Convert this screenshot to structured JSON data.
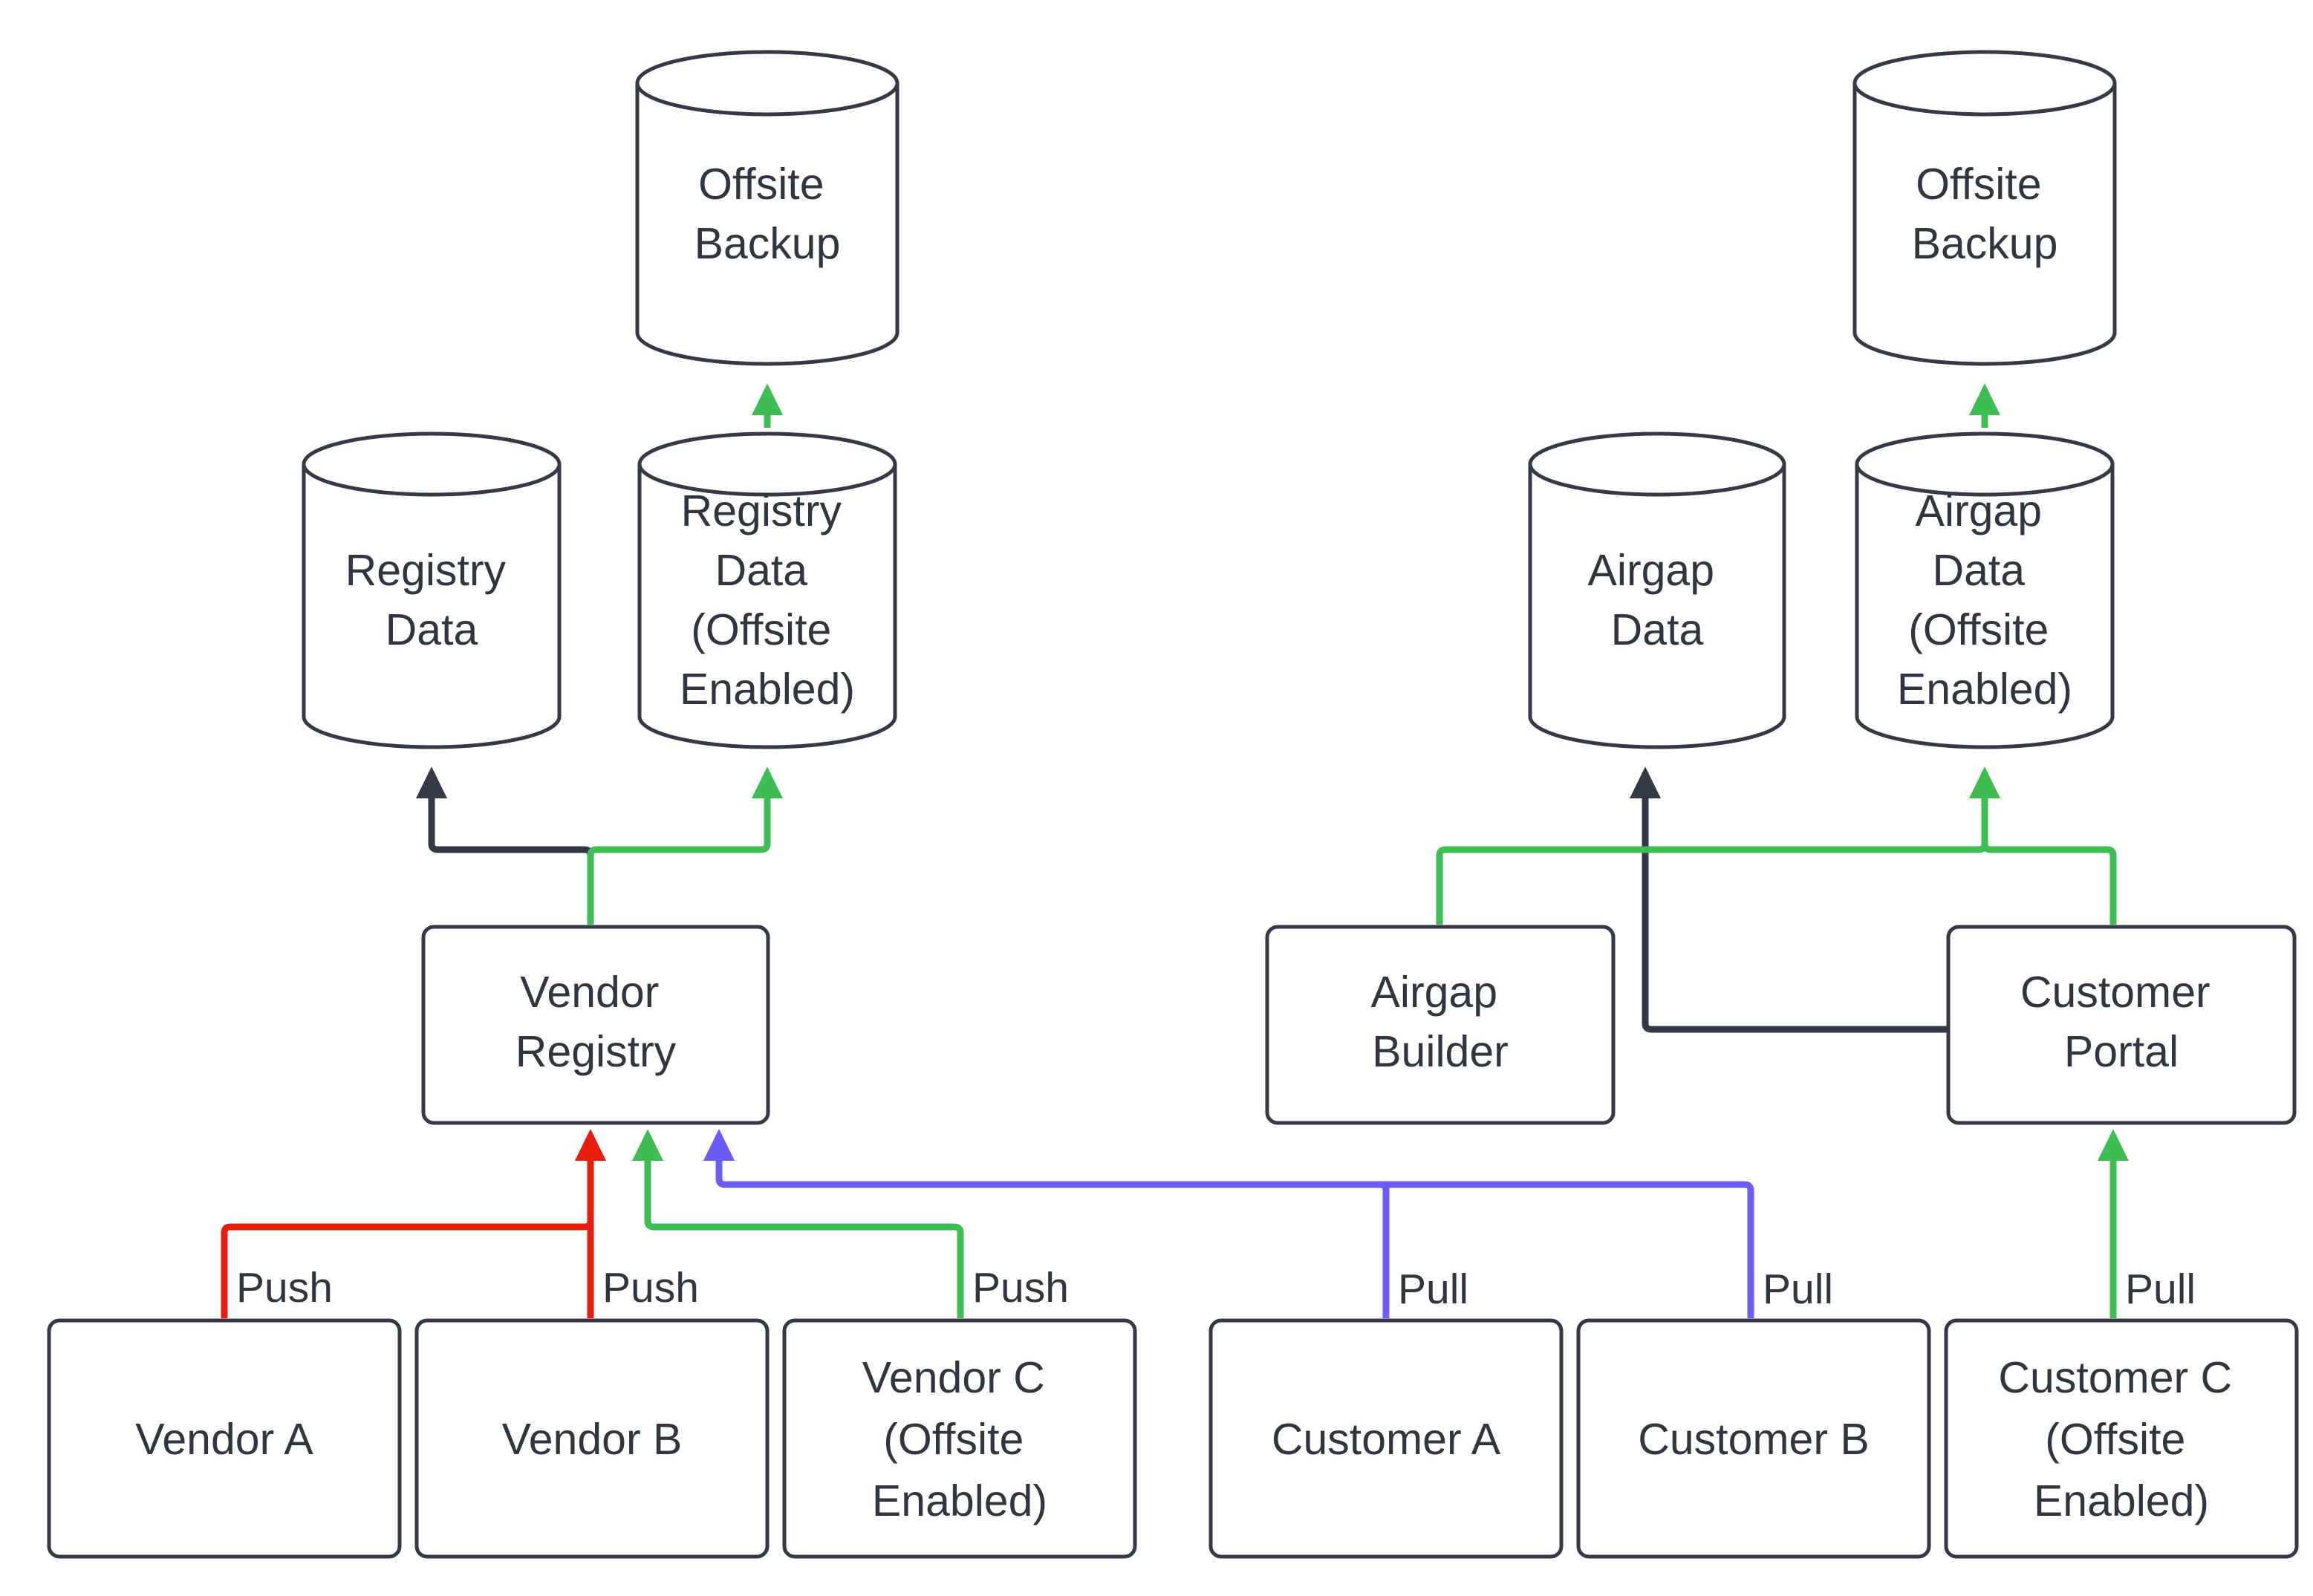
{
  "diagram": {
    "title": "Vendor and Customer Registry / Airgap Data Flow",
    "colors": {
      "node_stroke": "#333a45",
      "text": "#2f3640",
      "background": "#ffffff",
      "flow_default": "#333a45",
      "flow_offsite": "#3dbd52",
      "flow_push": "#e81d0e",
      "flow_pull": "#6b5cf6"
    },
    "nodes": {
      "offsite_backup_left": "Offsite\nBackup",
      "offsite_backup_right": "Offsite\nBackup",
      "registry_data": "Registry\nData",
      "registry_data_offsite": "Registry\nData\n(Offsite\nEnabled)",
      "airgap_data": "Airgap\nData",
      "airgap_data_offsite": "Airgap\nData\n(Offsite\nEnabled)",
      "vendor_registry": "Vendor\nRegistry",
      "airgap_builder": "Airgap\nBuilder",
      "customer_portal": "Customer\nPortal",
      "vendor_a": "Vendor A",
      "vendor_b": "Vendor B",
      "vendor_c": "Vendor C\n(Offsite\nEnabled)",
      "customer_a": "Customer A",
      "customer_b": "Customer B",
      "customer_c": "Customer C\n(Offsite\nEnabled)"
    },
    "node_lines": {
      "offsite_backup_left": [
        "Offsite",
        "Backup"
      ],
      "offsite_backup_right": [
        "Offsite",
        "Backup"
      ],
      "registry_data": [
        "Registry",
        "Data"
      ],
      "registry_data_offsite": [
        "Registry",
        "Data",
        "(Offsite",
        "Enabled)"
      ],
      "airgap_data": [
        "Airgap",
        "Data"
      ],
      "airgap_data_offsite": [
        "Airgap",
        "Data",
        "(Offsite",
        "Enabled)"
      ],
      "vendor_registry": [
        "Vendor",
        "Registry"
      ],
      "airgap_builder": [
        "Airgap",
        "Builder"
      ],
      "customer_portal": [
        "Customer",
        "Portal"
      ],
      "vendor_a": [
        "Vendor A"
      ],
      "vendor_b": [
        "Vendor B"
      ],
      "vendor_c": [
        "Vendor C",
        "(Offsite",
        "Enabled)"
      ],
      "customer_a": [
        "Customer A"
      ],
      "customer_b": [
        "Customer B"
      ],
      "customer_c": [
        "Customer C",
        "(Offsite",
        "Enabled)"
      ]
    },
    "edge_labels": {
      "vendor_a_push": "Push",
      "vendor_b_push": "Push",
      "vendor_c_push": "Push",
      "customer_a_pull": "Pull",
      "customer_b_pull": "Pull",
      "customer_c_pull": "Pull"
    },
    "edges": [
      {
        "from": "vendor_a",
        "to": "vendor_registry",
        "label": "Push",
        "color": "#e81d0e"
      },
      {
        "from": "vendor_b",
        "to": "vendor_registry",
        "label": "Push",
        "color": "#e81d0e"
      },
      {
        "from": "vendor_c",
        "to": "vendor_registry",
        "label": "Push",
        "color": "#3dbd52"
      },
      {
        "from": "customer_a",
        "to": "vendor_registry",
        "label": "Pull",
        "color": "#6b5cf6"
      },
      {
        "from": "customer_b",
        "to": "vendor_registry",
        "label": "Pull",
        "color": "#6b5cf6"
      },
      {
        "from": "customer_c",
        "to": "customer_portal",
        "label": "Pull",
        "color": "#3dbd52"
      },
      {
        "from": "vendor_registry",
        "to": "registry_data",
        "label": "",
        "color": "#333a45"
      },
      {
        "from": "vendor_registry",
        "to": "registry_data_offsite",
        "label": "",
        "color": "#3dbd52"
      },
      {
        "from": "registry_data_offsite",
        "to": "offsite_backup_left",
        "label": "",
        "color": "#3dbd52"
      },
      {
        "from": "customer_portal",
        "to": "airgap_data",
        "label": "",
        "color": "#333a45"
      },
      {
        "from": "airgap_builder",
        "to": "airgap_data_offsite",
        "label": "",
        "color": "#3dbd52"
      },
      {
        "from": "customer_portal",
        "to": "airgap_data_offsite",
        "label": "",
        "color": "#3dbd52"
      },
      {
        "from": "airgap_data_offsite",
        "to": "offsite_backup_right",
        "label": "",
        "color": "#3dbd52"
      }
    ]
  }
}
